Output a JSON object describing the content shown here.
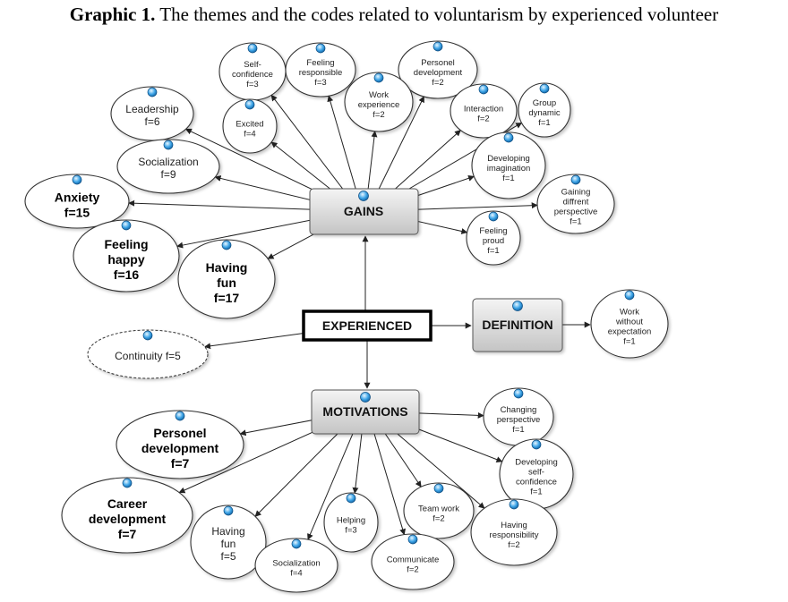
{
  "title": {
    "bold": "Graphic 1.",
    "rest": " The themes and the codes related to voluntarism by experienced volunteer"
  },
  "boxes": {
    "center": "EXPERIENCED",
    "gains": "GAINS",
    "motivations": "MOTIVATIONS",
    "definition": "DEFINITION"
  },
  "gains_codes": [
    {
      "label": "Self-\nconfidence\nf=3"
    },
    {
      "label": "Feeling\nresponsible\nf=3"
    },
    {
      "label": "Personel\ndevelopment\nf=2"
    },
    {
      "label": "Leadership\nf=6"
    },
    {
      "label": "Work\nexperience\nf=2"
    },
    {
      "label": "Interaction\nf=2"
    },
    {
      "label": "Group\ndynamic\nf=1"
    },
    {
      "label": "Excited\nf=4"
    },
    {
      "label": "Socialization\nf=9"
    },
    {
      "label": "Developing\nimagination\nf=1"
    },
    {
      "label": "Anxiety\nf=15"
    },
    {
      "label": "Gaining\ndiffrent\nperspective\nf=1"
    },
    {
      "label": "Feeling\nproud\nf=1"
    },
    {
      "label": "Feeling\nhappy\nf=16"
    },
    {
      "label": "Having\nfun\nf=17"
    }
  ],
  "definition_codes": [
    {
      "label": "Work\nwithout\nexpectation\nf=1"
    }
  ],
  "experienced_codes": [
    {
      "label": "Continuity f=5"
    }
  ],
  "motivation_codes": [
    {
      "label": "Changing\nperspective\nf=1"
    },
    {
      "label": "Personel\ndevelopment\nf=7"
    },
    {
      "label": "Developing\nself-\nconfidence\nf=1"
    },
    {
      "label": "Career\ndevelopment\nf=7"
    },
    {
      "label": "Having\nfun\nf=5"
    },
    {
      "label": "Helping\nf=3"
    },
    {
      "label": "Team work\nf=2"
    },
    {
      "label": "Having\nresponsibility\nf=2"
    },
    {
      "label": "Socialization\nf=4"
    },
    {
      "label": "Communicate\nf=2"
    }
  ]
}
